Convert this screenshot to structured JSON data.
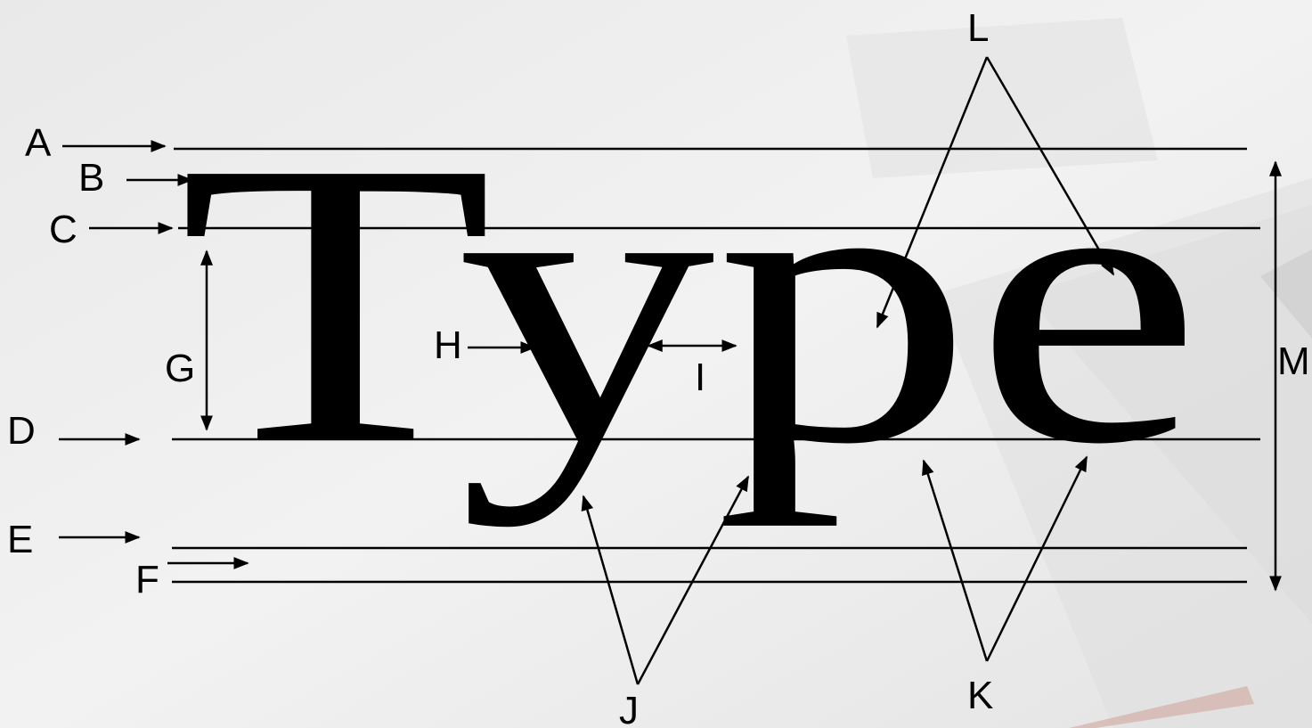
{
  "diagram": {
    "word": "Type",
    "labels": {
      "a": "A",
      "b": "B",
      "c": "C",
      "d": "D",
      "e": "E",
      "f": "F",
      "g": "G",
      "h": "H",
      "i": "I",
      "j": "J",
      "k": "K",
      "l": "L",
      "m": "M"
    }
  }
}
